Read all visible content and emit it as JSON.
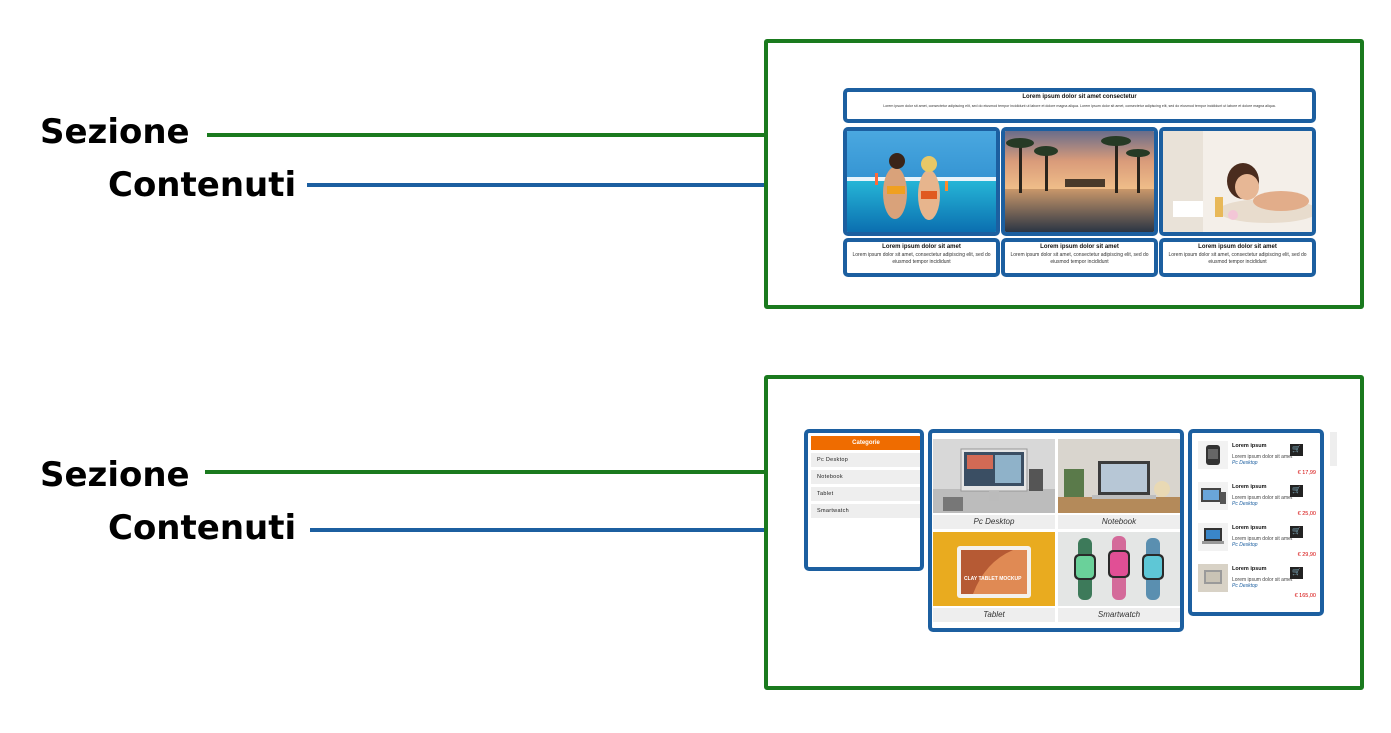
{
  "labels": {
    "section": "Sezione",
    "contents": "Contenuti"
  },
  "colors": {
    "section_border": "#1a7a1e",
    "content_border": "#1c5fa0",
    "category_header": "#ef6c00",
    "price": "#d40000"
  },
  "layout_a": {
    "header_title": "Lorem ipsum dolor sit amet consectetur",
    "header_text": "Lorem ipsum dolor sit amet, consectetur adipiscing elit, sed do eiusmod tempor incididunt ut labore et dolore magna aliqua. Lorem ipsum dolor sit amet, consectetur adipiscing elit, sed do eiusmod tempor incididunt ut labore et dolore magna aliqua.",
    "cards": [
      {
        "image": "pool-party-photo",
        "title": "Lorem ipsum dolor sit amet",
        "text": "Lorem ipsum dolor sit amet, consectetur adipiscing elit, sed do eiusmod tempor incididunt"
      },
      {
        "image": "sunset-pool-photo",
        "title": "Lorem ipsum dolor sit amet",
        "text": "Lorem ipsum dolor sit amet, consectetur adipiscing elit, sed do eiusmod tempor incididunt"
      },
      {
        "image": "spa-massage-photo",
        "title": "Lorem ipsum dolor sit amet",
        "text": "Lorem ipsum dolor sit amet, consectetur adipiscing elit, sed do eiusmod tempor incididunt"
      }
    ]
  },
  "layout_b": {
    "categories_title": "Categorie",
    "categories": [
      "Pc Desktop",
      "Notebook",
      "Tablet",
      "Smartwatch"
    ],
    "tiles": [
      {
        "image": "desktop-photo",
        "caption": "Pc Desktop"
      },
      {
        "image": "notebook-photo",
        "caption": "Notebook"
      },
      {
        "image": "tablet-mockup-photo",
        "caption": "Tablet",
        "mockup_text": "CLAY TABLET MOCKUP"
      },
      {
        "image": "smartwatch-photo",
        "caption": "Smartwatch"
      }
    ],
    "products": [
      {
        "name": "Lorem ipsum",
        "desc": "Lorem ipsum dolor sit amet",
        "category": "Pc Desktop",
        "price": "€ 17,99",
        "cart_icon": "cart-icon"
      },
      {
        "name": "Lorem ipsum",
        "desc": "Lorem ipsum dolor sit amet",
        "category": "Pc Desktop",
        "price": "€ 25,00",
        "cart_icon": "cart-icon"
      },
      {
        "name": "Lorem ipsum",
        "desc": "Lorem ipsum dolor sit amet",
        "category": "Pc Desktop",
        "price": "€ 29,90",
        "cart_icon": "cart-icon"
      },
      {
        "name": "Lorem ipsum",
        "desc": "Lorem ipsum dolor sit amet",
        "category": "Pc Desktop",
        "price": "€ 165,00",
        "cart_icon": "cart-icon"
      }
    ]
  }
}
